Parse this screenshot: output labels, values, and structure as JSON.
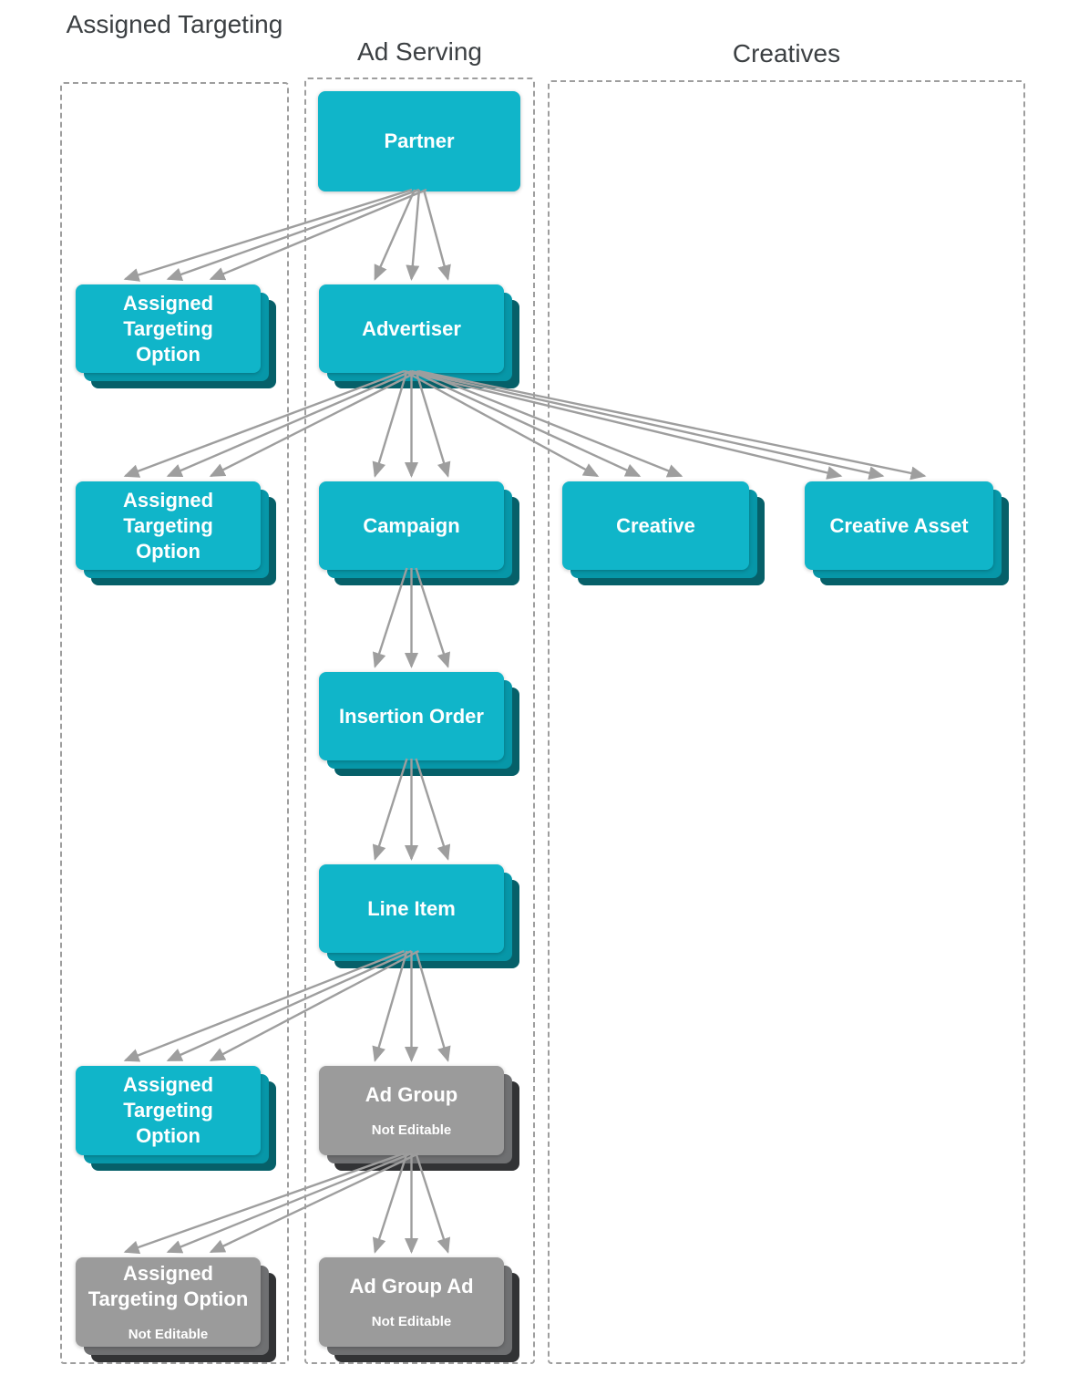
{
  "diagram_title": "",
  "columns": [
    {
      "id": "assigned-targeting",
      "title": "Assigned Targeting"
    },
    {
      "id": "ad-serving",
      "title": "Ad Serving"
    },
    {
      "id": "creatives",
      "title": "Creatives"
    }
  ],
  "nodes": [
    {
      "id": "partner",
      "label": "Partner",
      "type": "cyan",
      "stacked": false,
      "column": "ad-serving"
    },
    {
      "id": "ato1",
      "label": "Assigned\nTargeting\nOption",
      "type": "cyan",
      "stacked": true,
      "column": "assigned-targeting"
    },
    {
      "id": "advertiser",
      "label": "Advertiser",
      "type": "cyan",
      "stacked": true,
      "column": "ad-serving"
    },
    {
      "id": "ato2",
      "label": "Assigned\nTargeting\nOption",
      "type": "cyan",
      "stacked": true,
      "column": "assigned-targeting"
    },
    {
      "id": "campaign",
      "label": "Campaign",
      "type": "cyan",
      "stacked": true,
      "column": "ad-serving"
    },
    {
      "id": "creative",
      "label": "Creative",
      "type": "cyan",
      "stacked": true,
      "column": "creatives"
    },
    {
      "id": "creative-asset",
      "label": "Creative Asset",
      "type": "cyan",
      "stacked": true,
      "column": "creatives"
    },
    {
      "id": "insertion-order",
      "label": "Insertion Order",
      "type": "cyan",
      "stacked": true,
      "column": "ad-serving"
    },
    {
      "id": "line-item",
      "label": "Line Item",
      "type": "cyan",
      "stacked": true,
      "column": "ad-serving"
    },
    {
      "id": "ato3",
      "label": "Assigned\nTargeting\nOption",
      "type": "cyan",
      "stacked": true,
      "column": "assigned-targeting"
    },
    {
      "id": "ad-group",
      "label": "Ad Group",
      "sublabel": "Not Editable",
      "type": "gray",
      "stacked": true,
      "column": "ad-serving"
    },
    {
      "id": "ato4",
      "label": "Assigned\nTargeting Option",
      "sublabel": "Not Editable",
      "type": "gray",
      "stacked": true,
      "column": "assigned-targeting"
    },
    {
      "id": "ad-group-ad",
      "label": "Ad Group Ad",
      "sublabel": "Not Editable",
      "type": "gray",
      "stacked": true,
      "column": "ad-serving"
    }
  ],
  "edges": [
    {
      "from": "partner",
      "to": "ato1"
    },
    {
      "from": "partner",
      "to": "advertiser"
    },
    {
      "from": "advertiser",
      "to": "ato2"
    },
    {
      "from": "advertiser",
      "to": "campaign"
    },
    {
      "from": "advertiser",
      "to": "creative"
    },
    {
      "from": "advertiser",
      "to": "creative-asset"
    },
    {
      "from": "campaign",
      "to": "insertion-order"
    },
    {
      "from": "insertion-order",
      "to": "line-item"
    },
    {
      "from": "line-item",
      "to": "ato3"
    },
    {
      "from": "line-item",
      "to": "ad-group"
    },
    {
      "from": "ad-group",
      "to": "ato4"
    },
    {
      "from": "ad-group",
      "to": "ad-group-ad"
    }
  ],
  "edge_style": {
    "parallel_arrows": 3
  },
  "colors": {
    "cyan": "#10b5c9",
    "cyan_mid": "#0797a8",
    "cyan_dark": "#066069",
    "gray": "#9b9b9b",
    "gray_mid": "#6f7072",
    "gray_dark": "#323335",
    "arrow": "#9e9e9e",
    "dashed_border": "#9e9e9e",
    "title_text": "#3c4043",
    "label_text": "#ffffff",
    "background": "#ffffff"
  }
}
